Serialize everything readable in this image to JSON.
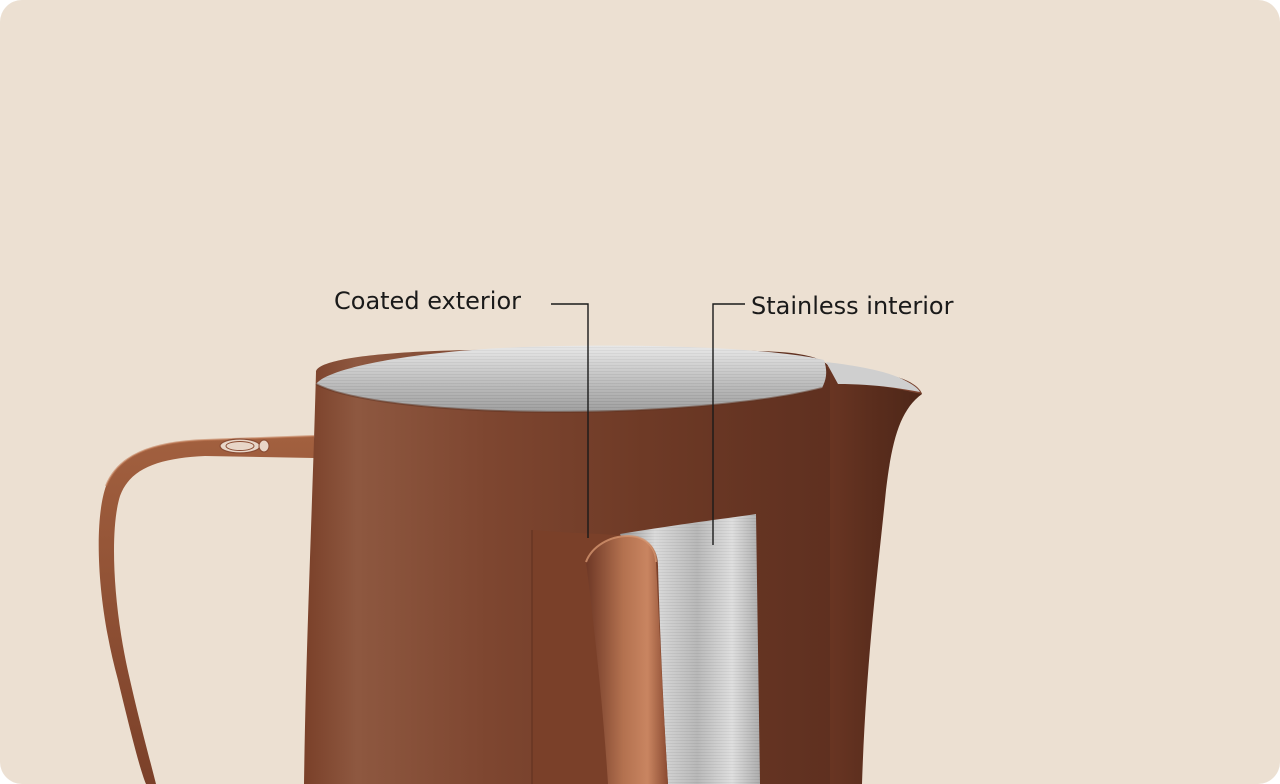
{
  "colors": {
    "background": "#ECE0D2",
    "coating": "#7A3E28",
    "steel": "#C9C9C9",
    "text": "#1a1a1a"
  },
  "callouts": {
    "exterior": "Coated exterior",
    "interior": "Stainless interior"
  },
  "icons": {
    "handle_badge": "brand-logo-emblem"
  }
}
